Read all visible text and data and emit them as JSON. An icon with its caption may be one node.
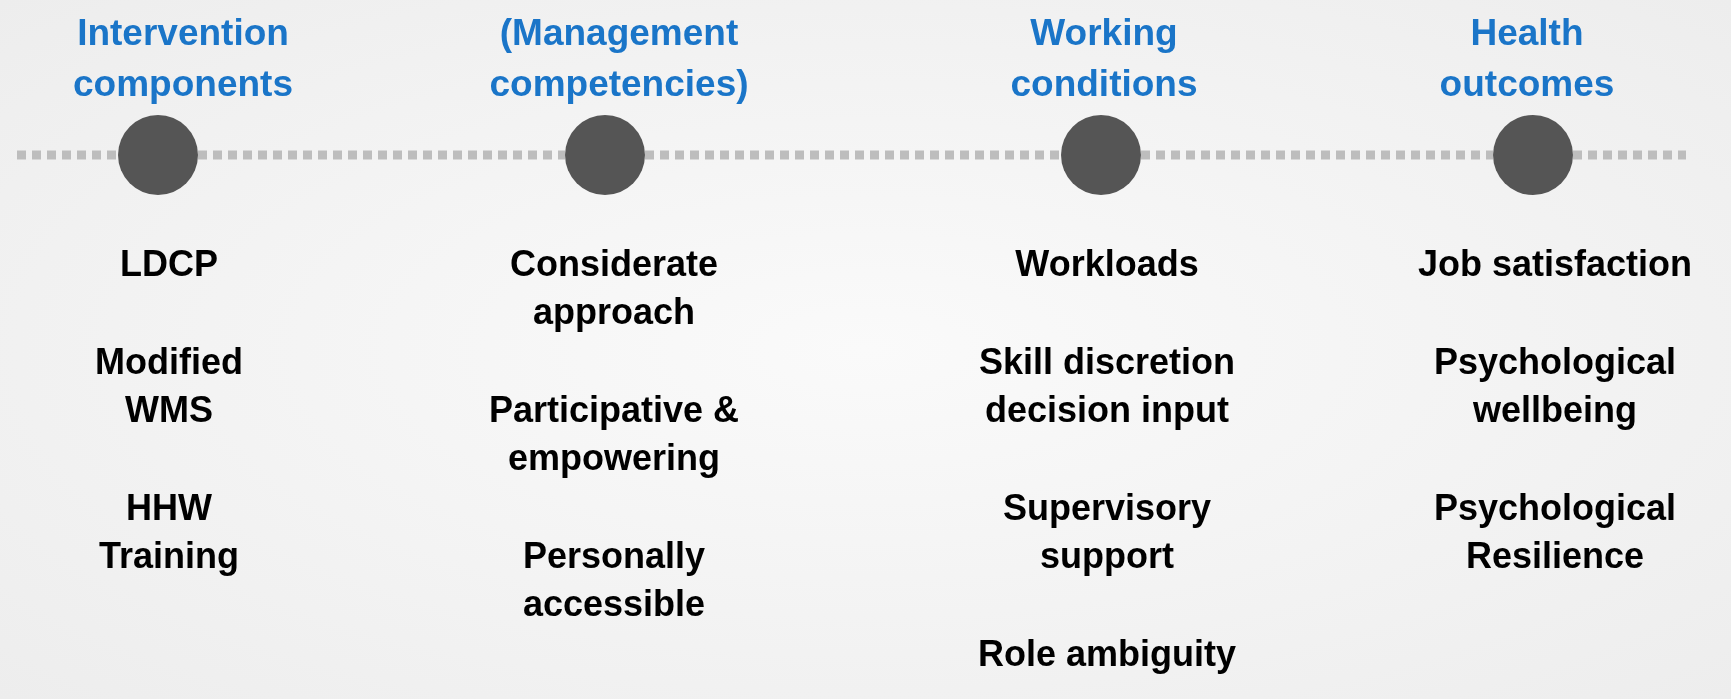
{
  "diagram": {
    "nodes": [
      {
        "text": [],
        "shape": "circle",
        "beside": [
          "Intervention components",
          "LDCP",
          "Modified WMS",
          "HHW Training"
        ]
      },
      {
        "text": [],
        "shape": "circle",
        "beside": [
          "(Management competencies)",
          "Considerate approach",
          "Participative & empowering",
          "Personally accessible"
        ]
      },
      {
        "text": [],
        "shape": "circle",
        "beside": [
          "Working conditions",
          "Workloads",
          "Skill discretion decision input",
          "Supervisory support",
          "Role ambiguity"
        ]
      },
      {
        "text": [],
        "shape": "circle",
        "beside": [
          "Health outcomes",
          "Job satisfaction",
          "Psychological wellbeing",
          "Psychological Resilience"
        ]
      }
    ],
    "edges": [
      {
        "from": null,
        "to": 0,
        "arrow": "none",
        "style": "dashed"
      },
      {
        "from": 0,
        "to": 1,
        "arrow": "none",
        "style": "dashed"
      },
      {
        "from": 1,
        "to": 2,
        "arrow": "none",
        "style": "dashed"
      },
      {
        "from": 2,
        "to": 3,
        "arrow": "none",
        "style": "dashed"
      },
      {
        "from": 3,
        "to": null,
        "arrow": "none",
        "style": "dashed"
      }
    ]
  }
}
